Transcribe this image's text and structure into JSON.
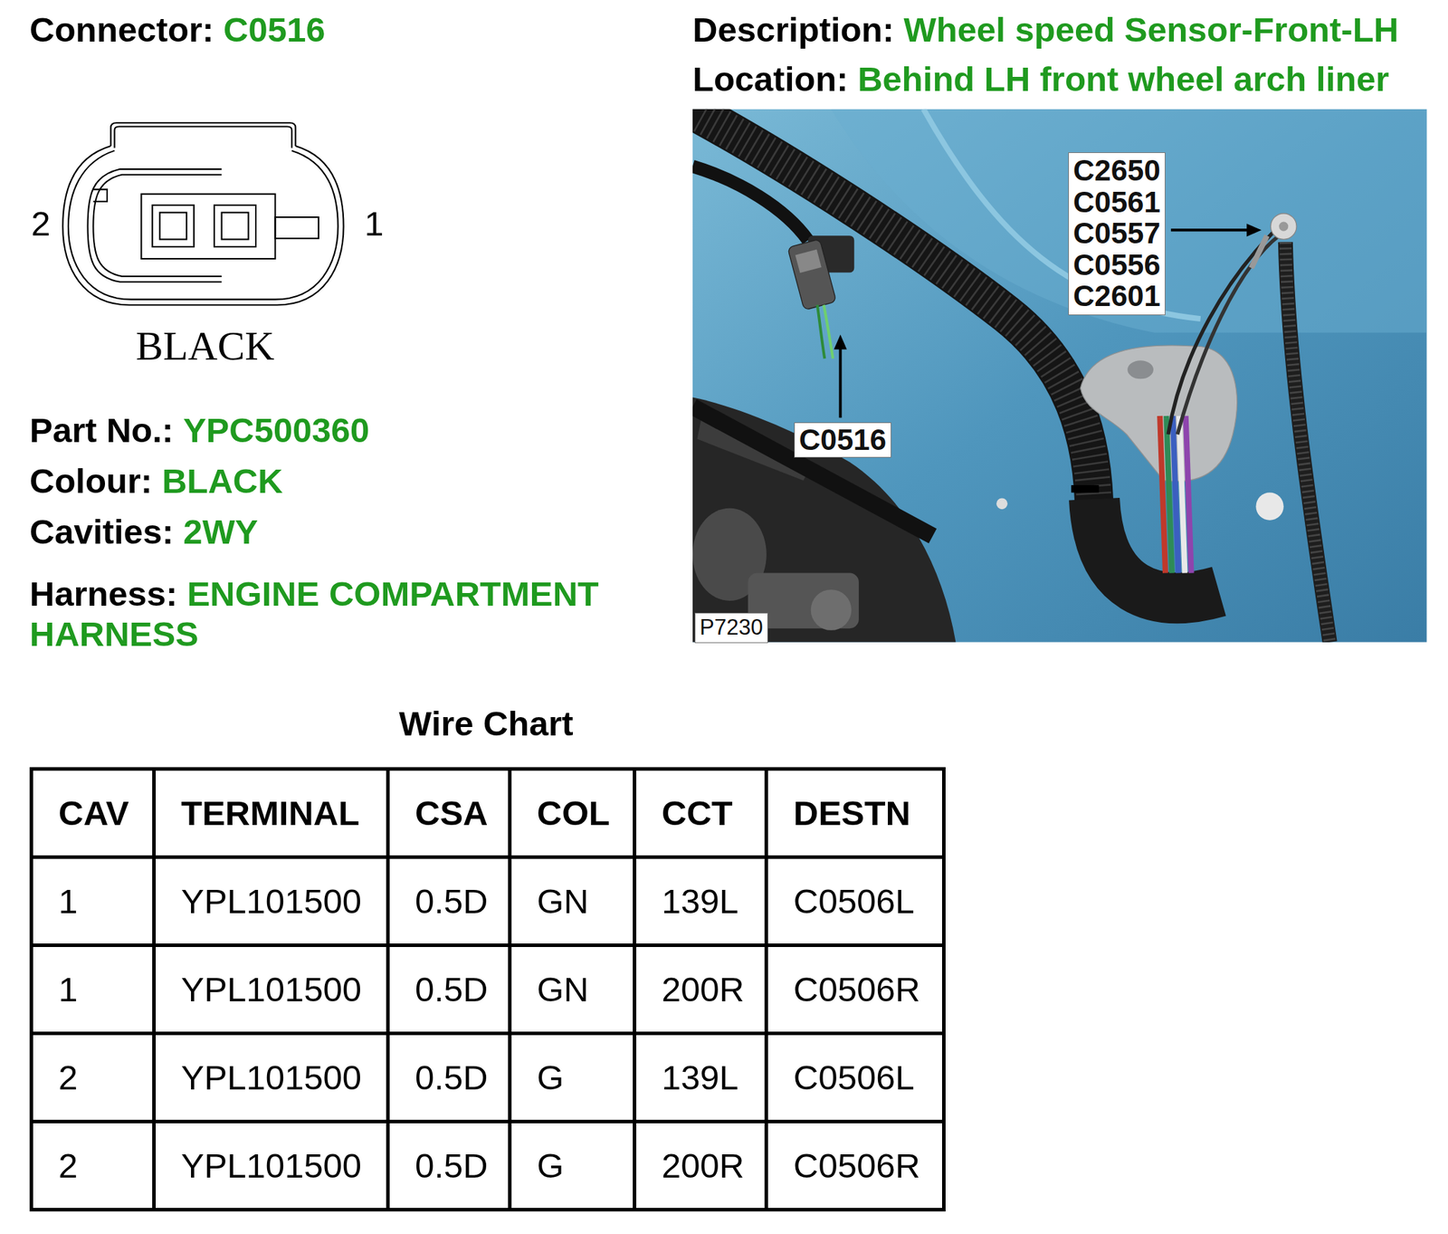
{
  "diagram": {
    "nodes": [
      {
        "text": [
          "C2650 C0561 C0557 C0556 C2601"
        ]
      },
      {
        "text": [
          "C0516"
        ]
      },
      {
        "text": [
          "P7230"
        ]
      }
    ],
    "labels": [
      "Connector:",
      "C0516",
      "Description:",
      "Wheel speed Sensor-Front-LH",
      "Location:",
      "Behind LH front wheel arch liner",
      "2",
      "1",
      "BLACK",
      "Part No.:",
      "YPC500360",
      "Colour:",
      "BLACK",
      "Cavities:",
      "2WY",
      "Harness:",
      "ENGINE COMPARTMENT HARNESS",
      "Wire Chart",
      "CAV",
      "TERMINAL",
      "CSA",
      "COL",
      "CCT",
      "DESTN",
      "1",
      "YPL101500",
      "0.5D",
      "GN",
      "139L",
      "C0506L",
      "1",
      "YPL101500",
      "0.5D",
      "GN",
      "200R",
      "C0506R",
      "2",
      "YPL101500",
      "0.5D",
      "G",
      "139L",
      "C0506L",
      "2",
      "YPL101500",
      "0.5D",
      "G",
      "200R",
      "C0506R"
    ]
  }
}
